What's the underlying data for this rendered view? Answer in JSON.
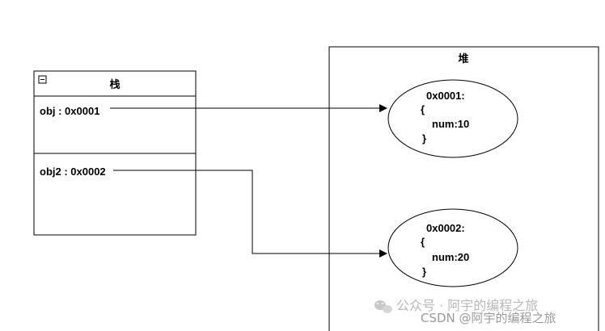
{
  "stack": {
    "title": "栈",
    "collapse_symbol": "−",
    "rows": [
      {
        "label": "obj : 0x0001"
      },
      {
        "label": "obj2 : 0x0002"
      }
    ]
  },
  "heap": {
    "title": "堆",
    "objects": [
      {
        "address": "0x0001:",
        "open_brace": "{",
        "field": "num:10",
        "close_brace": "}"
      },
      {
        "address": "0x0002:",
        "open_brace": "{",
        "field": "num:20",
        "close_brace": "}"
      }
    ]
  },
  "watermark": {
    "line1": "公众号 · 阿宇的编程之旅",
    "line2": "CSDN @阿宇的编程之旅"
  }
}
